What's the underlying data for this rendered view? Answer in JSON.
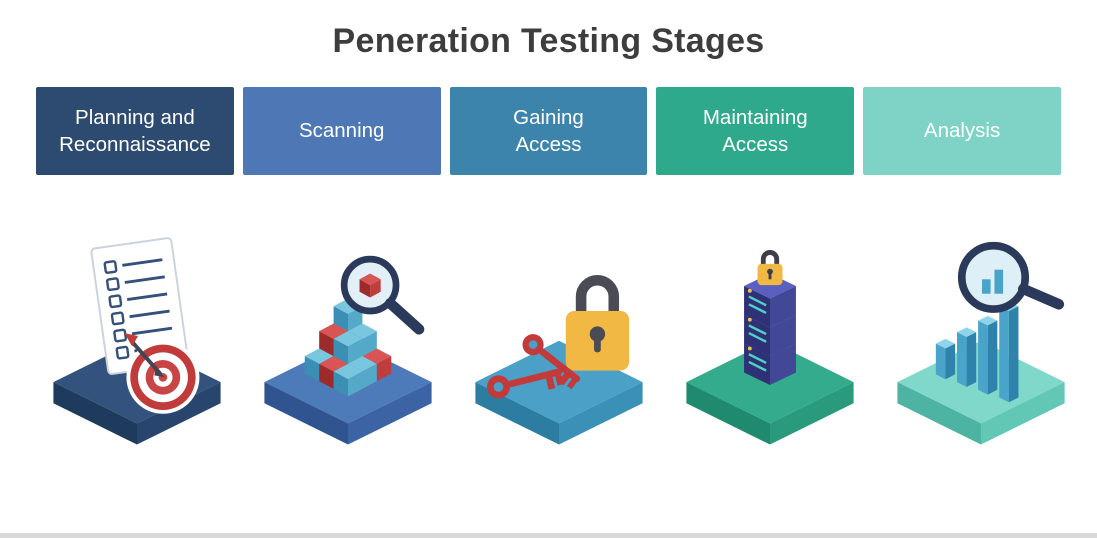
{
  "title": "Peneration Testing Stages",
  "stages": [
    {
      "label": "Planning and Reconnaissance",
      "color": "#2d4a70",
      "icon": "checklist-target-icon"
    },
    {
      "label": "Scanning",
      "color": "#4d77b5",
      "icon": "magnifier-cubes-icon"
    },
    {
      "label": "Gaining Access",
      "color": "#3d84ad",
      "icon": "keys-padlock-icon"
    },
    {
      "label": "Maintaining Access",
      "color": "#2fa98c",
      "icon": "server-lock-icon"
    },
    {
      "label": "Analysis",
      "color": "#7ed3c6",
      "icon": "magnifier-chart-icon"
    }
  ],
  "colors": {
    "background": "#ffffff",
    "title_text": "#3d3d3d",
    "stage_text": "#ffffff",
    "accent_red": "#c23a3a",
    "accent_yellow": "#f2b844",
    "accent_navy": "#2b3a5a"
  }
}
